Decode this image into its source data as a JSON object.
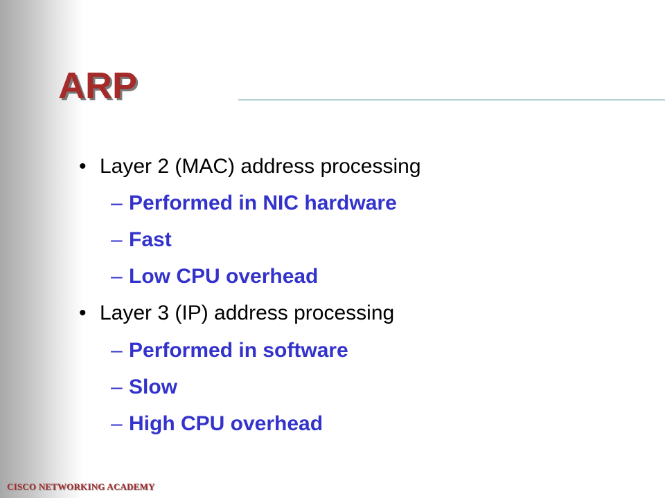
{
  "slide": {
    "title": "ARP",
    "footer": "CISCO NETWORKING ACADEMY",
    "colors": {
      "title": "#a52a2a",
      "sub_bullets": "#3333cc",
      "rule": "#2f7f88"
    },
    "bullets": [
      {
        "marker": "•",
        "text": "Layer 2 (MAC) address processing",
        "sub": [
          {
            "marker": "–",
            "text": "Performed in NIC hardware"
          },
          {
            "marker": "–",
            "text": "Fast"
          },
          {
            "marker": "–",
            "text": "Low CPU overhead"
          }
        ]
      },
      {
        "marker": "•",
        "text": "Layer 3 (IP) address processing",
        "sub": [
          {
            "marker": "–",
            "text": "Performed in software"
          },
          {
            "marker": "–",
            "text": "Slow"
          },
          {
            "marker": "–",
            "text": "High CPU overhead"
          }
        ]
      }
    ]
  }
}
